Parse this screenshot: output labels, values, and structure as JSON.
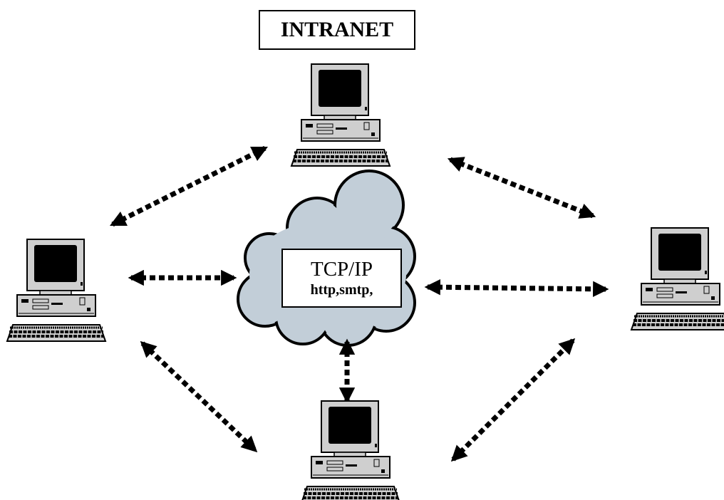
{
  "title": "INTRANET",
  "network": {
    "protocol": "TCP/IP",
    "services": "http,smtp,"
  },
  "icons": {
    "node": "desktop-computer-icon",
    "network": "cloud-icon",
    "link": "dotted-double-arrow-icon"
  },
  "colors": {
    "cloud_fill": "#c2ced8",
    "computer_body": "#cfcfcf",
    "screen": "#000000",
    "stroke": "#000000"
  }
}
